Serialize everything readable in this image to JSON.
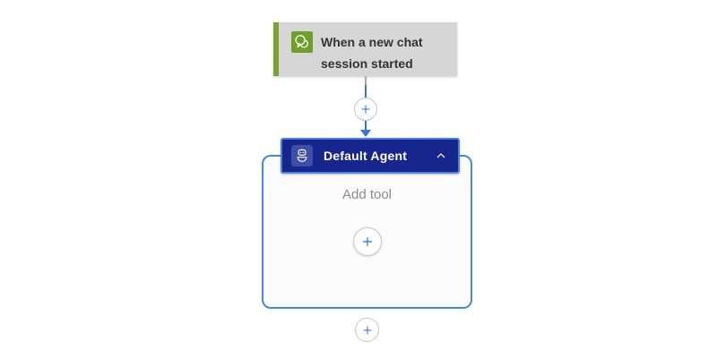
{
  "canvas": {
    "background": "#ffffff"
  },
  "trigger_card": {
    "title": "When a new chat session started",
    "icon": "chat-bubbles",
    "colors": {
      "background": "#d6d6d6",
      "accent_strip": "#7aa22f",
      "icon_background": "#6fa02a",
      "title_text": "#333333"
    }
  },
  "connector": {
    "arrow_color": "#3273dd",
    "stub_color": "#a6a6a6",
    "insert_button_icon": "plus"
  },
  "agent_card": {
    "title": "Default Agent",
    "icon": "robot",
    "collapse_icon": "chevron-up",
    "placeholder": "Add tool",
    "add_tool_button_icon": "plus",
    "colors": {
      "header_background": "#17268c",
      "header_icon_background": "#3d4fa6",
      "header_text": "#ffffff",
      "selection_outline": "#4d7fe0",
      "container_border": "#418ae8",
      "container_background": "#fbfbfb",
      "placeholder_text": "#8c8b89"
    }
  },
  "add_buttons": {
    "plus_color": "#2e6fd8",
    "circle_border": "#c6c6c6",
    "insert_after_icon": "plus"
  }
}
